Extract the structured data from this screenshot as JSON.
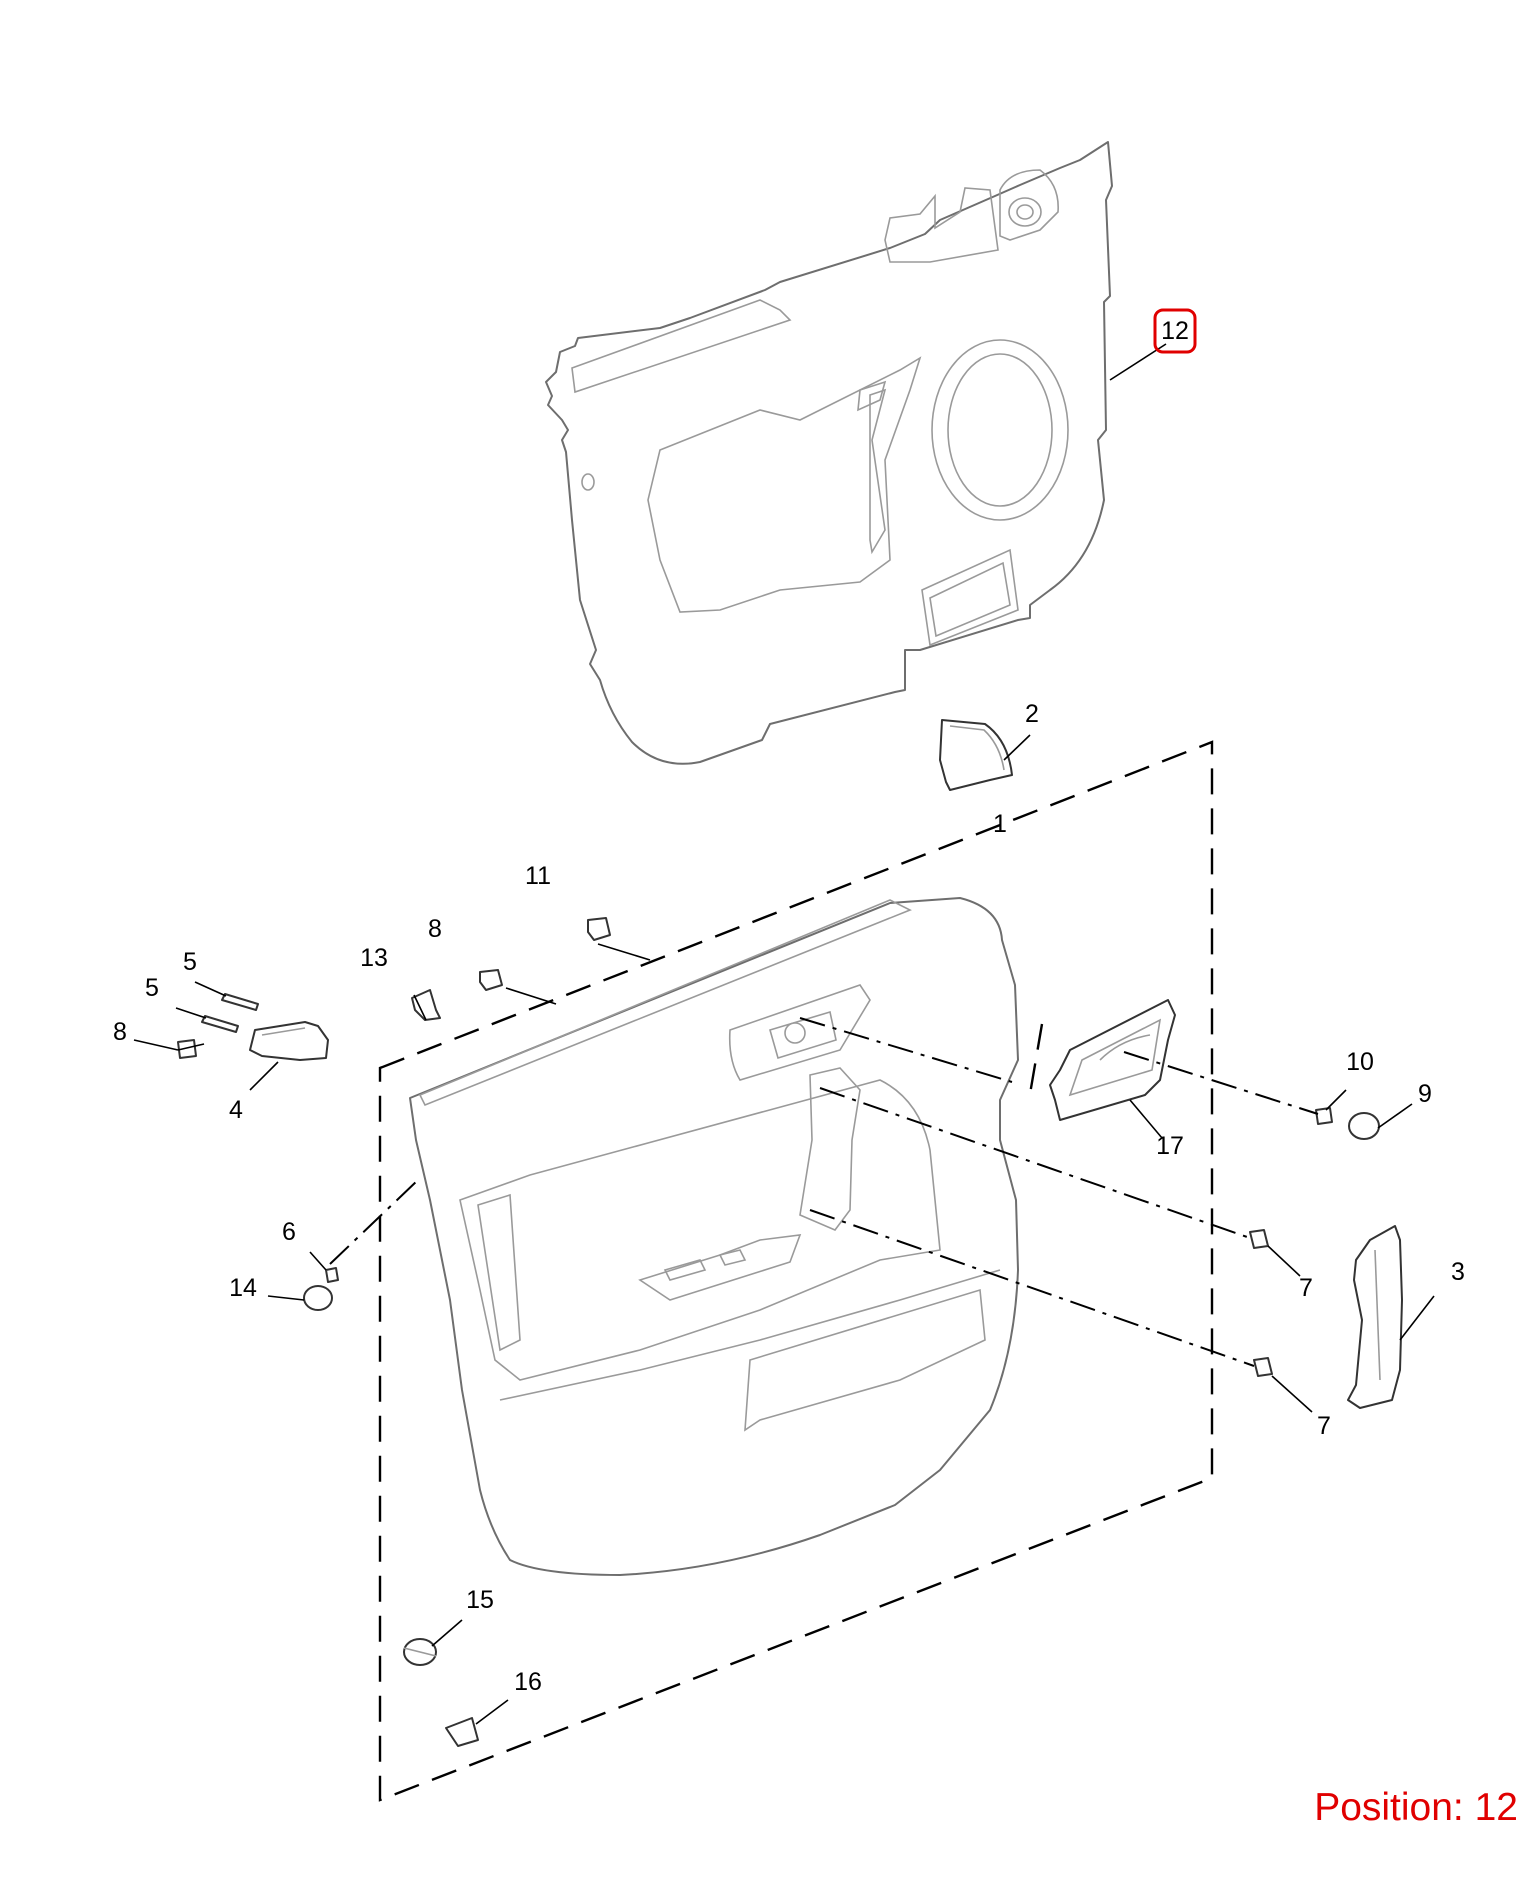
{
  "diagram": {
    "highlighted_callout": "12",
    "highlight_color": "#e00000",
    "callouts": [
      {
        "id": "c12",
        "label": "12"
      },
      {
        "id": "c2",
        "label": "2"
      },
      {
        "id": "c1",
        "label": "1"
      },
      {
        "id": "c11",
        "label": "11"
      },
      {
        "id": "c8a",
        "label": "8"
      },
      {
        "id": "c13",
        "label": "13"
      },
      {
        "id": "c5a",
        "label": "5"
      },
      {
        "id": "c5b",
        "label": "5"
      },
      {
        "id": "c8b",
        "label": "8"
      },
      {
        "id": "c4",
        "label": "4"
      },
      {
        "id": "c6",
        "label": "6"
      },
      {
        "id": "c14",
        "label": "14"
      },
      {
        "id": "c10",
        "label": "10"
      },
      {
        "id": "c9",
        "label": "9"
      },
      {
        "id": "c17",
        "label": "17"
      },
      {
        "id": "c7a",
        "label": "7"
      },
      {
        "id": "c3",
        "label": "3"
      },
      {
        "id": "c7b",
        "label": "7"
      },
      {
        "id": "c15",
        "label": "15"
      },
      {
        "id": "c16",
        "label": "16"
      }
    ]
  },
  "position_label": "Position: 12"
}
